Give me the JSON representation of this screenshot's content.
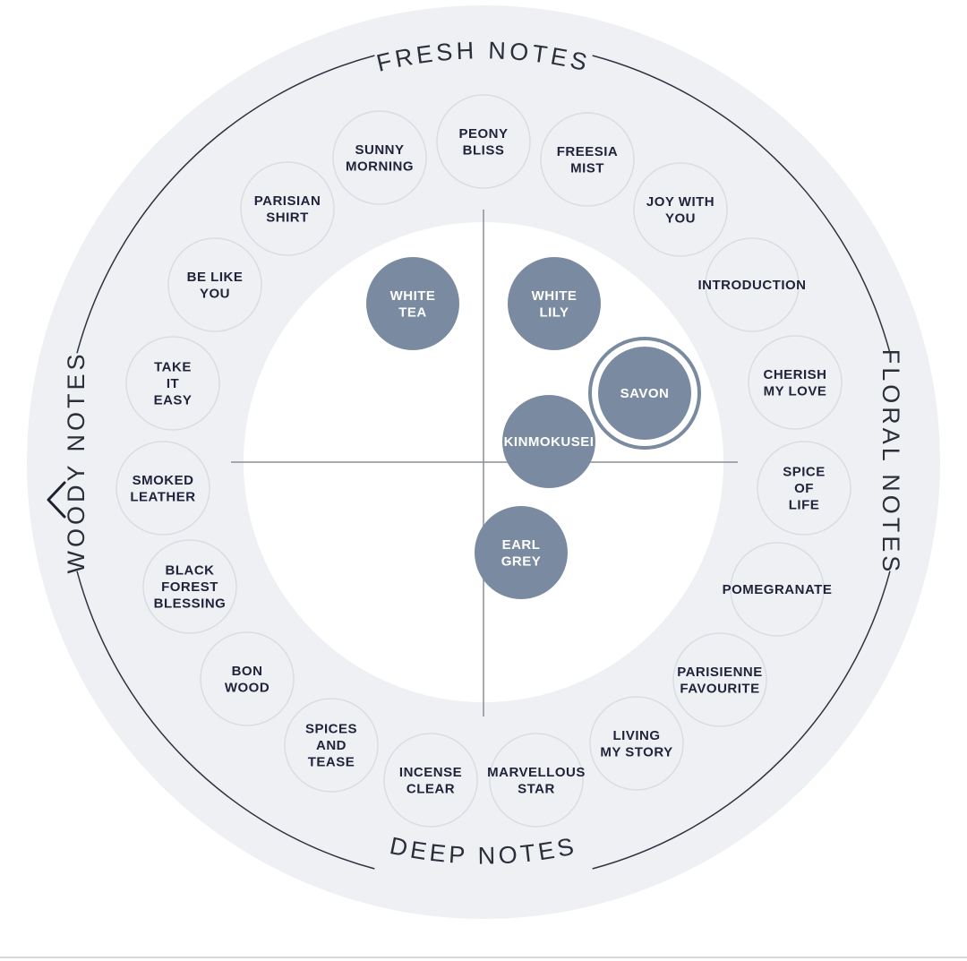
{
  "ring_labels": {
    "top": "FRESH NOTES",
    "right": "FLORAL NOTES",
    "bottom": "DEEP NOTES",
    "left": "WOODY NOTES"
  },
  "outer_scents": [
    {
      "id": "peony-bliss",
      "lines": [
        "PEONY",
        "BLISS"
      ]
    },
    {
      "id": "freesia-mist",
      "lines": [
        "FREESIA",
        "MIST"
      ]
    },
    {
      "id": "joy-with-you",
      "lines": [
        "JOY WITH",
        "YOU"
      ]
    },
    {
      "id": "introduction",
      "lines": [
        "INTRODUCTION"
      ]
    },
    {
      "id": "cherish-my-love",
      "lines": [
        "CHERISH",
        "MY LOVE"
      ]
    },
    {
      "id": "spice-of-life",
      "lines": [
        "SPICE",
        "OF",
        "LIFE"
      ]
    },
    {
      "id": "pomegranate",
      "lines": [
        "POMEGRANATE"
      ]
    },
    {
      "id": "parisienne-favourite",
      "lines": [
        "PARISIENNE",
        "FAVOURITE"
      ]
    },
    {
      "id": "living-my-story",
      "lines": [
        "LIVING",
        "MY STORY"
      ]
    },
    {
      "id": "marvellous-star",
      "lines": [
        "MARVELLOUS",
        "STAR"
      ]
    },
    {
      "id": "incense-clear",
      "lines": [
        "INCENSE",
        "CLEAR"
      ]
    },
    {
      "id": "spices-and-tease",
      "lines": [
        "SPICES",
        "AND",
        "TEASE"
      ]
    },
    {
      "id": "bon-wood",
      "lines": [
        "BON",
        "WOOD"
      ]
    },
    {
      "id": "black-forest-blessing",
      "lines": [
        "BLACK",
        "FOREST",
        "BLESSING"
      ]
    },
    {
      "id": "smoked-leather",
      "lines": [
        "SMOKED",
        "LEATHER"
      ]
    },
    {
      "id": "take-it-easy",
      "lines": [
        "TAKE",
        "IT",
        "EASY"
      ]
    },
    {
      "id": "be-like-you",
      "lines": [
        "BE LIKE",
        "YOU"
      ]
    },
    {
      "id": "parisian-shirt",
      "lines": [
        "PARISIAN",
        "SHIRT"
      ]
    },
    {
      "id": "sunny-morning",
      "lines": [
        "SUNNY",
        "MORNING"
      ]
    }
  ],
  "inner_scents": [
    {
      "id": "white-tea",
      "lines": [
        "WHITE",
        "TEA"
      ],
      "selected": false
    },
    {
      "id": "white-lily",
      "lines": [
        "WHITE",
        "LILY"
      ],
      "selected": false
    },
    {
      "id": "savon",
      "lines": [
        "SAVON"
      ],
      "selected": true
    },
    {
      "id": "kinmokusei",
      "lines": [
        "KINMOKUSEI"
      ],
      "selected": false
    },
    {
      "id": "earl-grey",
      "lines": [
        "EARL",
        "GREY"
      ],
      "selected": false
    }
  ],
  "colors": {
    "ring_fill": "#eef0f3",
    "outer_bubble_stroke": "#d9dce2",
    "inner_bubble_fill": "#7a8ba1",
    "divider": "#2f3340",
    "axis": "#8a8d94"
  },
  "icons": {
    "back": "chevron-left-icon"
  }
}
